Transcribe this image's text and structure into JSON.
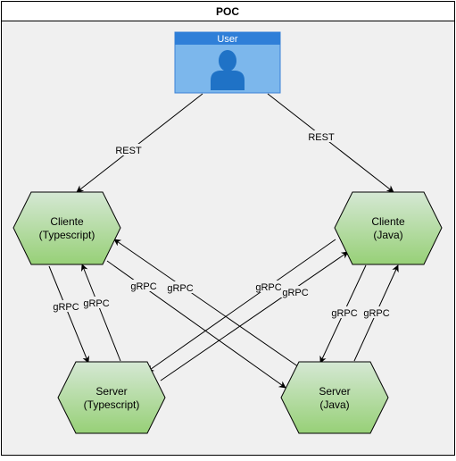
{
  "container": {
    "title": "POC",
    "colors": {
      "fill": "#f0f0f0",
      "header_fill": "#ffffff",
      "stroke": "#000000"
    }
  },
  "user": {
    "title": "User",
    "icon": "person-icon",
    "colors": {
      "header": "#2f7fd8",
      "body": "#7cb7ec",
      "border": "#3b82d6",
      "icon": "#1f72c6"
    }
  },
  "nodes": {
    "client_ts": {
      "line1": "Cliente",
      "line2": "(Typescript)"
    },
    "client_java": {
      "line1": "Cliente",
      "line2": "(Java)"
    },
    "server_ts": {
      "line1": "Server",
      "line2": "(Typescript)"
    },
    "server_java": {
      "line1": "Server",
      "line2": "(Java)"
    },
    "colors": {
      "fill_top": "#d5e8d4",
      "fill_bottom": "#97d077",
      "stroke": "#000000"
    }
  },
  "edges": {
    "rest": "REST",
    "grpc": "gRPC"
  }
}
